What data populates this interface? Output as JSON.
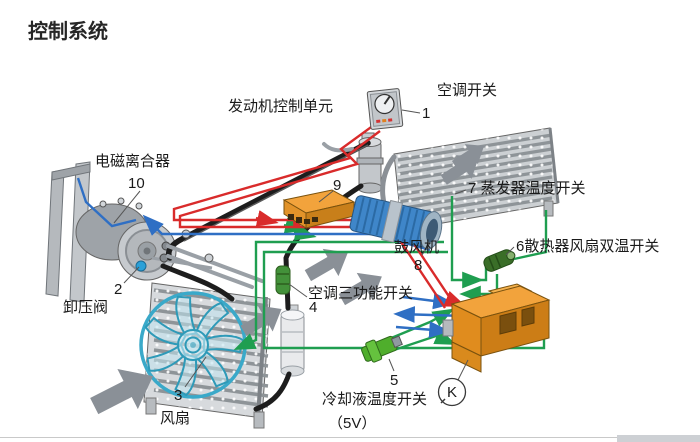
{
  "title": "控制系统",
  "colors": {
    "wire_red": "#d92b2b",
    "wire_blue": "#2f6fc4",
    "wire_green": "#1f9e50",
    "pipe_black": "#1d1d1d",
    "component_orange": "#f2a33c",
    "blower_blue": "#3f86c9",
    "fan_cyan": "#3aa9c9",
    "metal_gray": "#c3c7cb",
    "arrow_gray": "#8a9097"
  },
  "labels": {
    "engine_control_unit": "发动机控制单元",
    "ac_switch": "空调开关",
    "electromagnetic_clutch": "电磁离合器",
    "relief_valve": "卸压阀",
    "fan": "风扇",
    "tri_function_switch": "空调三功能开关",
    "coolant_temp_switch": "冷却液温度开关",
    "coolant_temp_switch_voltage": "（5V）",
    "radiator_fan_switch": "6散热器风扇双温开关",
    "evaporator_temp_switch": "7 蒸发器温度开关",
    "blower": "鼓风机",
    "k_symbol": "K"
  },
  "numbers": {
    "n1": "1",
    "n2": "2",
    "n3": "3",
    "n4": "4",
    "n5": "5",
    "n8": "8",
    "n9": "9",
    "n10": "10"
  }
}
